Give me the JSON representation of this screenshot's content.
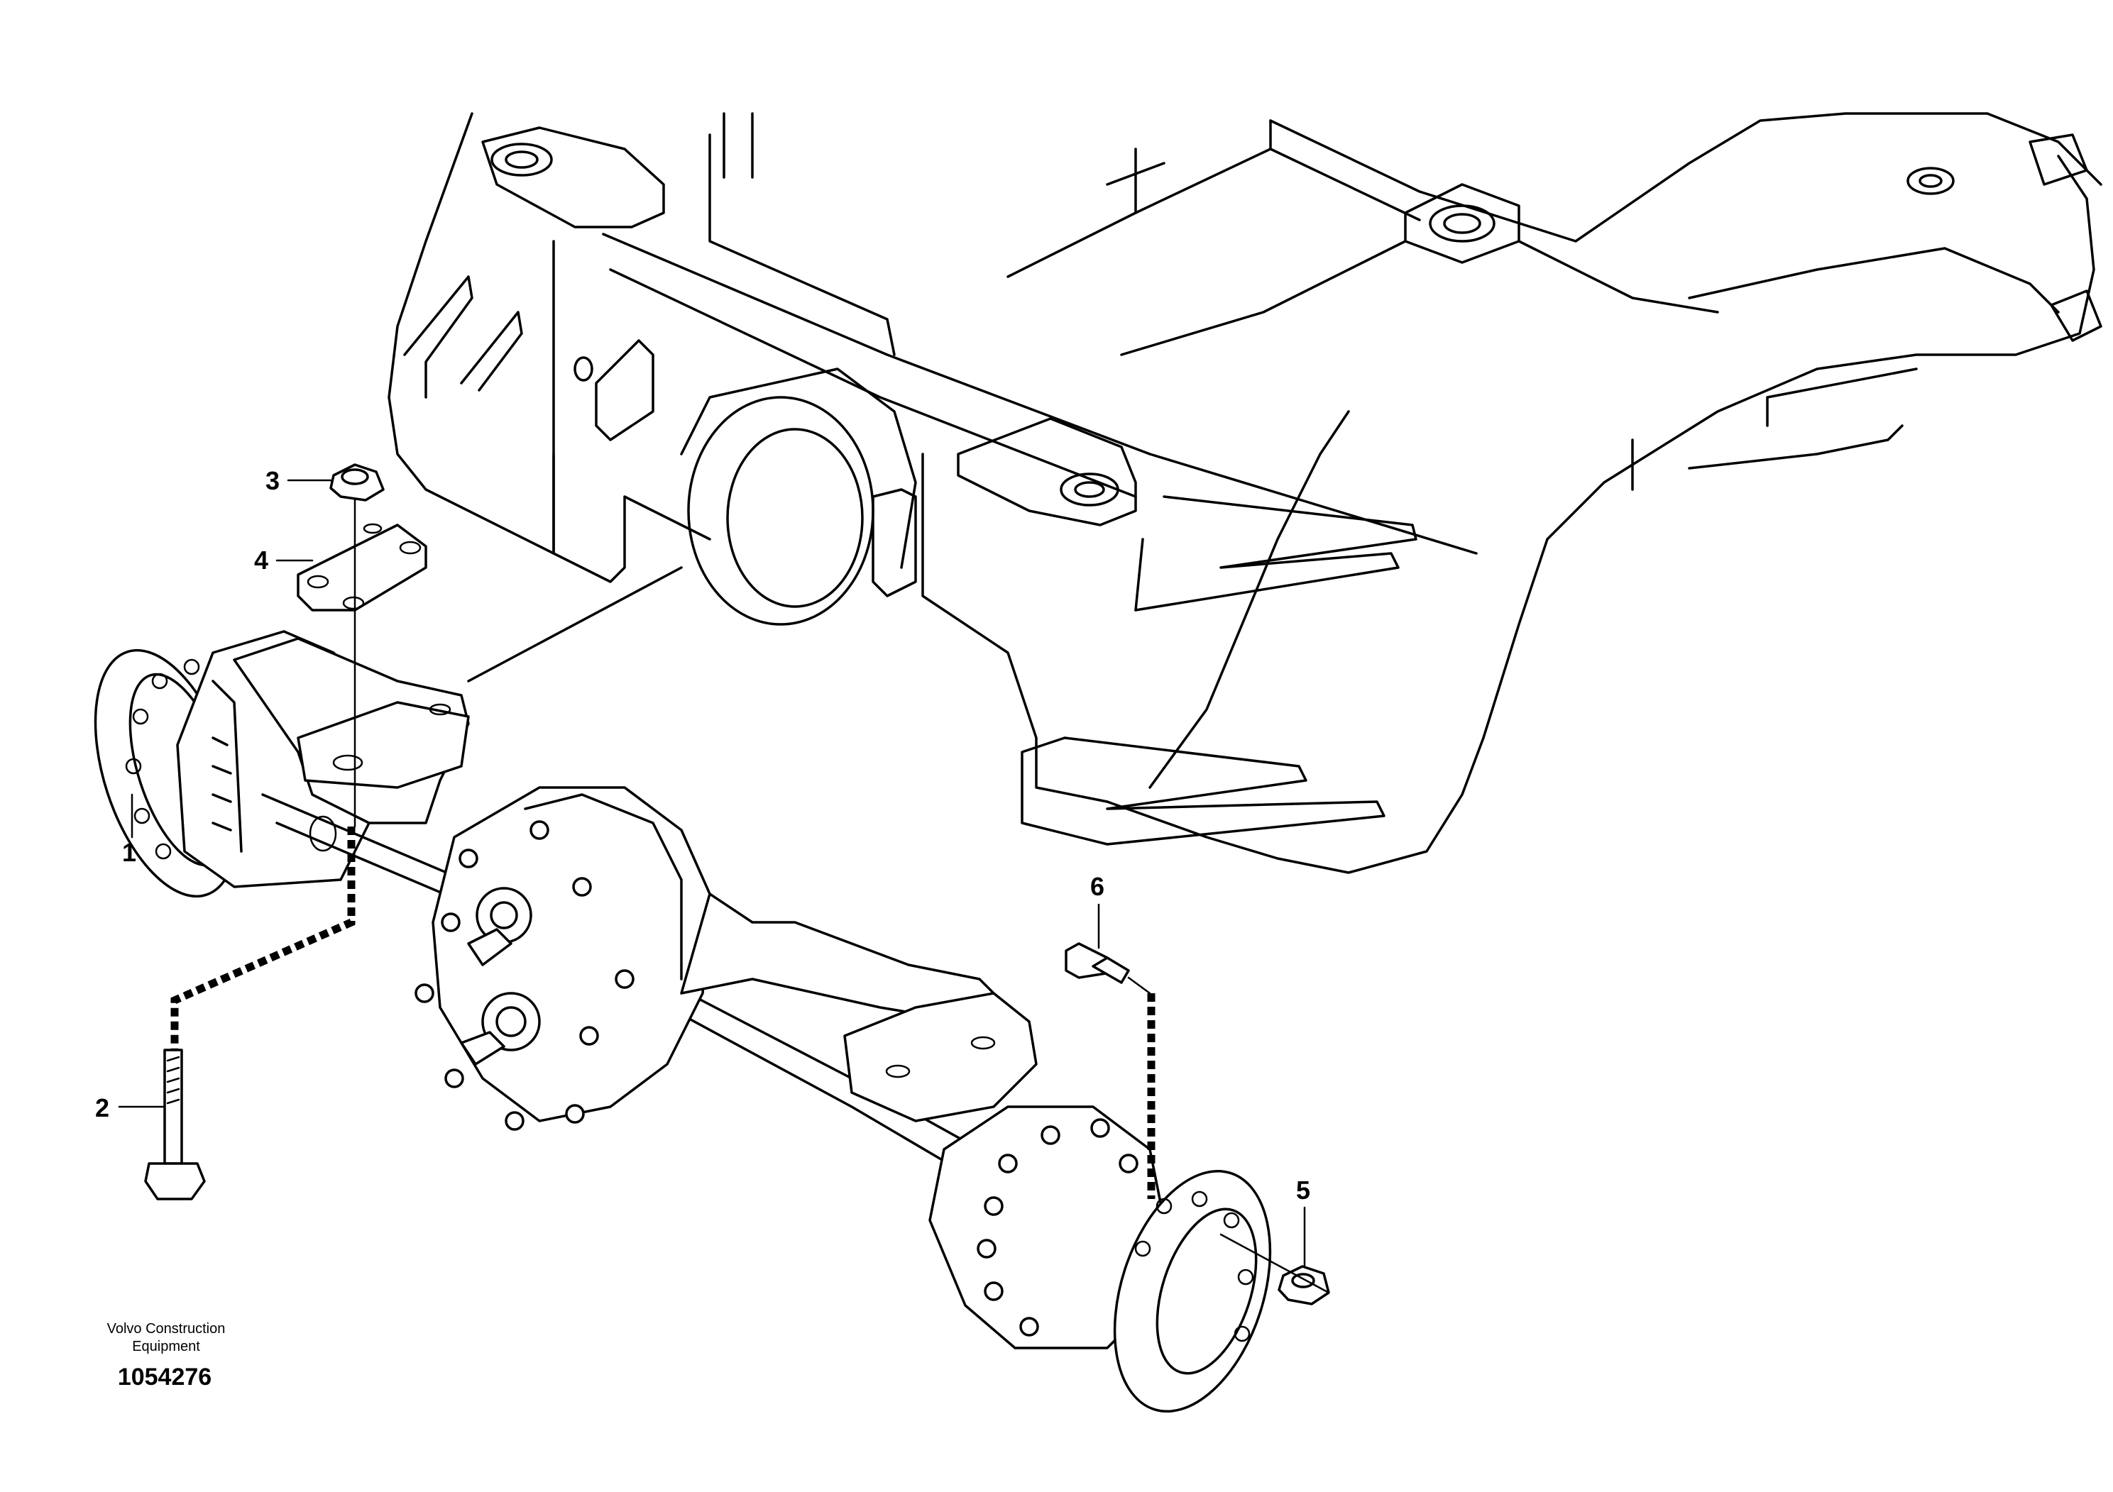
{
  "callouts": [
    {
      "id": "1",
      "label": "1"
    },
    {
      "id": "2",
      "label": "2"
    },
    {
      "id": "3",
      "label": "3"
    },
    {
      "id": "4",
      "label": "4"
    },
    {
      "id": "5",
      "label": "5"
    },
    {
      "id": "6",
      "label": "6"
    }
  ],
  "footer": {
    "brand_line1": "Volvo Construction",
    "brand_line2": "Equipment",
    "document_number": "1054276"
  }
}
